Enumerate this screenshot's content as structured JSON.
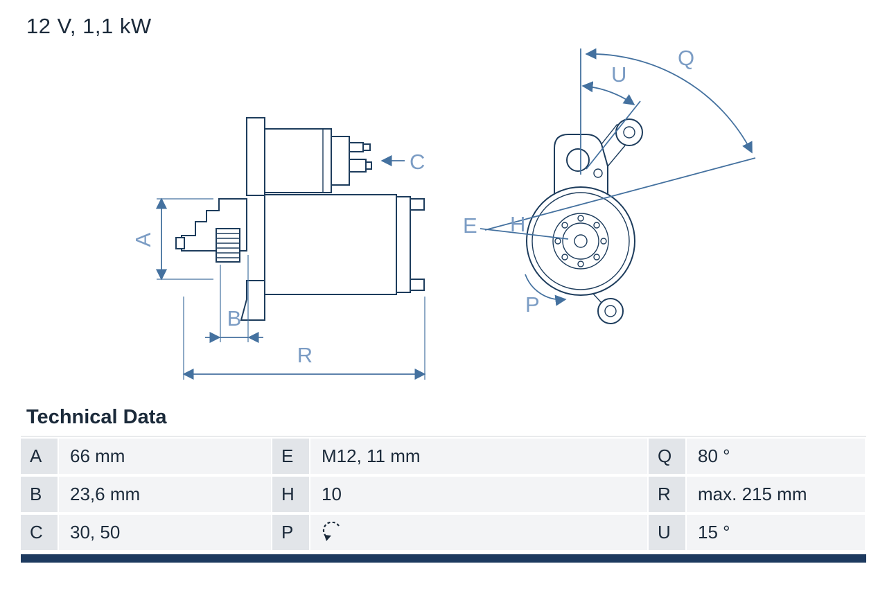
{
  "title": "12 V, 1,1 kW",
  "diagram": {
    "description": "starter-motor technical drawing, side view and drive-end view",
    "labels": {
      "A": "A",
      "B": "B",
      "C": "C",
      "E": "E",
      "H": "H",
      "P": "P",
      "Q": "Q",
      "R": "R",
      "U": "U"
    },
    "colors": {
      "outline_navy": "#1d3c5c",
      "dimension_blue": "#44719f",
      "label_blue": "#7b9cc4"
    }
  },
  "technical_data": {
    "heading": "Technical Data",
    "rows": [
      [
        {
          "key": "A",
          "value": "66 mm"
        },
        {
          "key": "E",
          "value": "M12, 11 mm"
        },
        {
          "key": "Q",
          "value": "80 °"
        }
      ],
      [
        {
          "key": "B",
          "value": "23,6 mm"
        },
        {
          "key": "H",
          "value": "10"
        },
        {
          "key": "R",
          "value": "max. 215 mm"
        }
      ],
      [
        {
          "key": "C",
          "value": "30, 50"
        },
        {
          "key": "P",
          "value": "",
          "icon": "rotation-ccw"
        },
        {
          "key": "U",
          "value": "15 °"
        }
      ]
    ],
    "colors": {
      "key_cell_bg": "#e2e5e9",
      "value_cell_bg": "#f3f4f6",
      "bottom_bar": "#1d3a5f",
      "text": "#1b2a3a"
    }
  }
}
